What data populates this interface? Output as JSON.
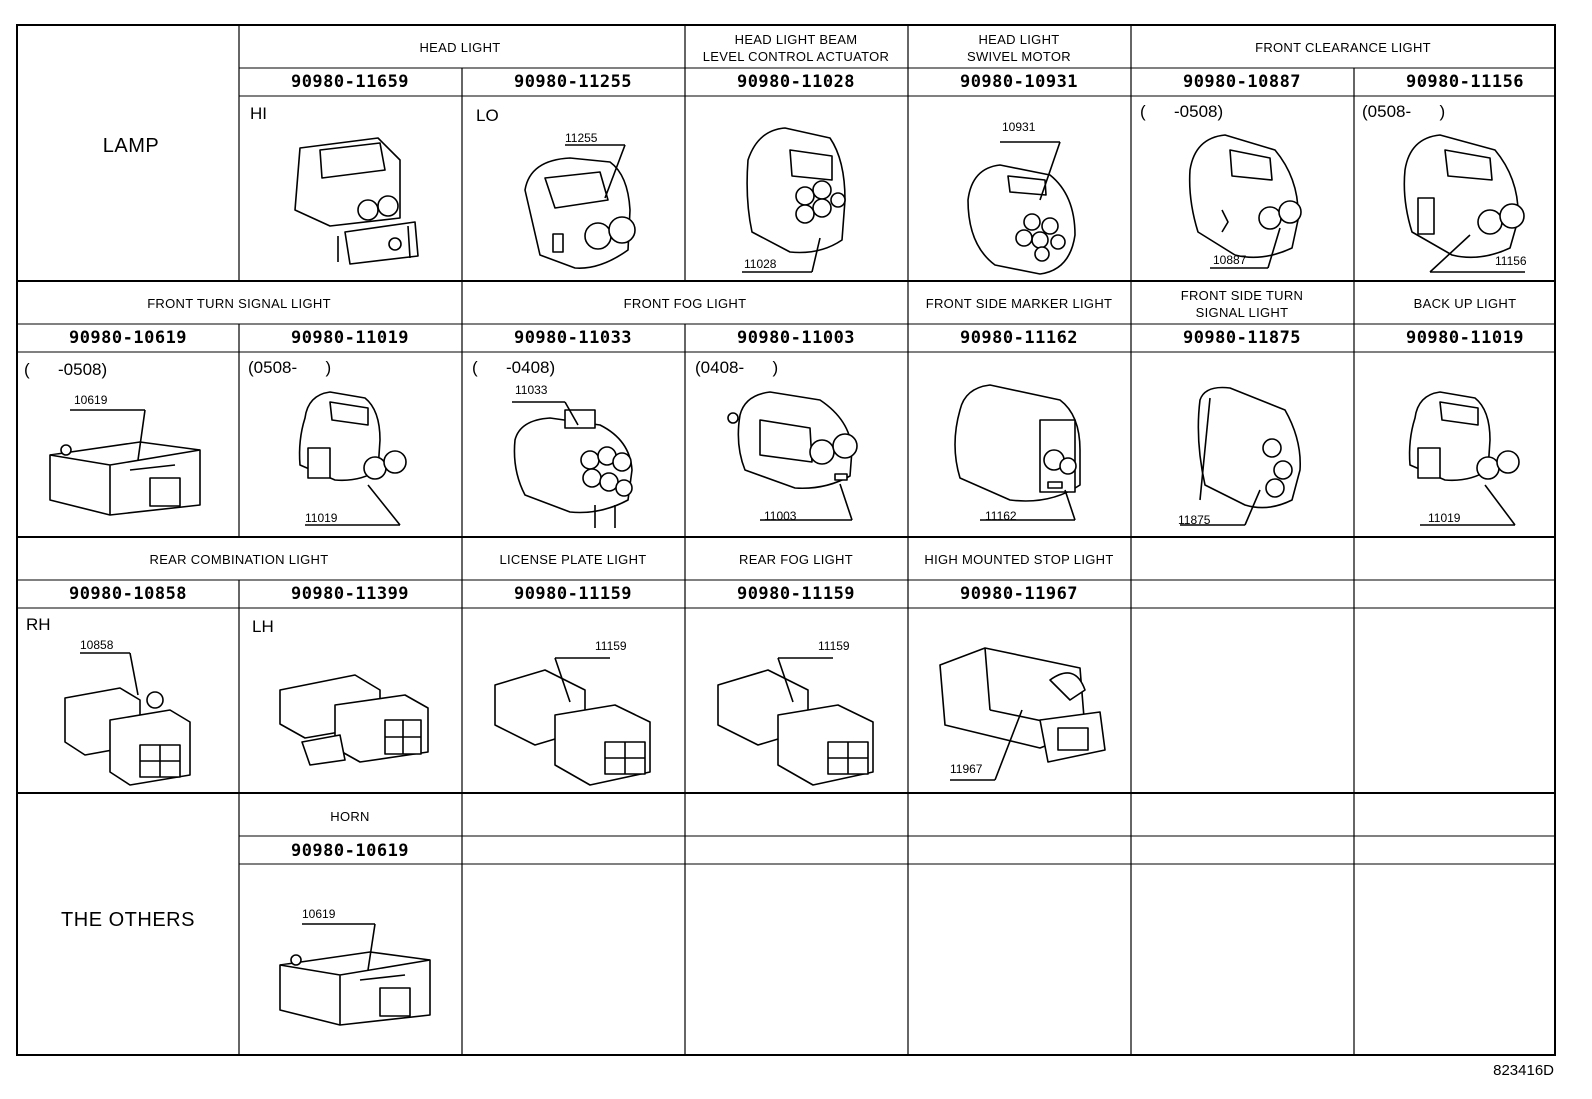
{
  "diagram_id": "823416D",
  "categories": {
    "lamp": "LAMP",
    "others": "THE OTHERS"
  },
  "row1": {
    "groups": {
      "head_light": "HEAD LIGHT",
      "beam_actuator": "HEAD LIGHT BEAM\nLEVEL CONTROL ACTUATOR",
      "swivel_motor": "HEAD LIGHT\nSWIVEL MOTOR",
      "front_clearance": "FRONT CLEARANCE LIGHT"
    },
    "parts": [
      "90980-11659",
      "90980-11255",
      "90980-11028",
      "90980-10931",
      "90980-10887",
      "90980-11156"
    ],
    "notes": [
      "HI",
      "LO",
      "",
      "",
      "(      -0508)",
      "(0508-      )"
    ],
    "callouts": [
      "",
      "11255",
      "11028",
      "10931",
      "10887",
      "11156"
    ]
  },
  "row2": {
    "groups": {
      "front_turn": "FRONT TURN SIGNAL LIGHT",
      "front_fog": "FRONT FOG LIGHT",
      "side_marker": "FRONT SIDE MARKER LIGHT",
      "side_turn": "FRONT SIDE TURN\nSIGNAL LIGHT",
      "back_up": "BACK UP LIGHT"
    },
    "parts": [
      "90980-10619",
      "90980-11019",
      "90980-11033",
      "90980-11003",
      "90980-11162",
      "90980-11875",
      "90980-11019"
    ],
    "notes": [
      "(      -0508)",
      "(0508-      )",
      "(      -0408)",
      "(0408-      )",
      "",
      "",
      ""
    ],
    "callouts": [
      "10619",
      "11019",
      "11033",
      "11003",
      "11162",
      "11875",
      "11019"
    ]
  },
  "row3": {
    "groups": {
      "rear_combination": "REAR COMBINATION LIGHT",
      "license_plate": "LICENSE PLATE LIGHT",
      "rear_fog": "REAR FOG LIGHT",
      "high_stop": "HIGH MOUNTED STOP LIGHT"
    },
    "parts": [
      "90980-10858",
      "90980-11399",
      "90980-11159",
      "90980-11159",
      "90980-11967"
    ],
    "notes": [
      "RH",
      "LH",
      "",
      "",
      ""
    ],
    "callouts": [
      "10858",
      "",
      "11159",
      "11159",
      "11967"
    ]
  },
  "row4": {
    "groups": {
      "horn": "HORN"
    },
    "parts": [
      "90980-10619"
    ],
    "callouts": [
      "10619"
    ]
  }
}
